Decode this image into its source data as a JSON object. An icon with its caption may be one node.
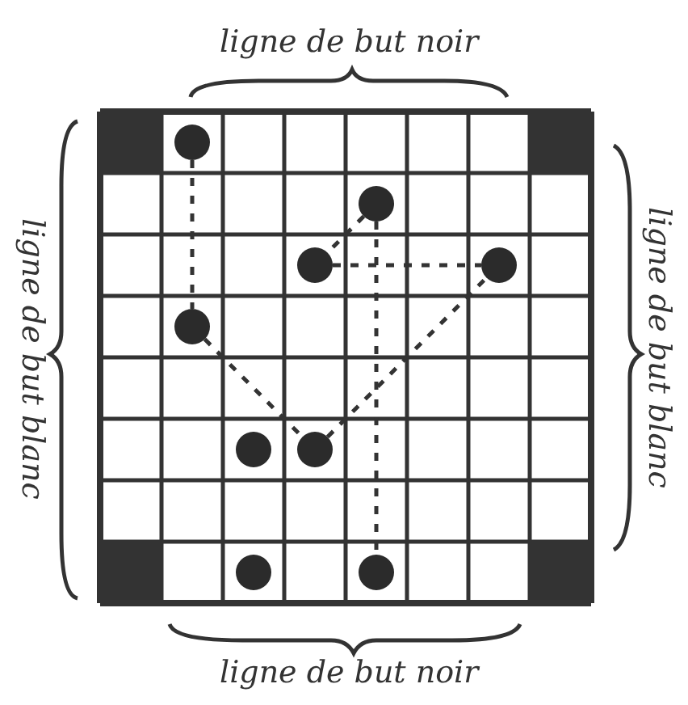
{
  "diagram": {
    "nodes": [
      {
        "text": [],
        "shape": "circle"
      },
      {
        "text": [],
        "shape": "circle"
      },
      {
        "text": [],
        "shape": "circle"
      },
      {
        "text": [],
        "shape": "circle"
      },
      {
        "text": [],
        "shape": "circle"
      },
      {
        "text": [],
        "shape": "circle"
      },
      {
        "text": [],
        "shape": "circle"
      },
      {
        "text": [],
        "shape": "circle"
      },
      {
        "text": [],
        "shape": "circle"
      }
    ],
    "edges": [
      {
        "from": 0,
        "to": 4,
        "arrow": "none",
        "style": "dashed"
      },
      {
        "from": 4,
        "to": 6,
        "arrow": "none",
        "style": "dashed"
      },
      {
        "from": 6,
        "to": 3,
        "arrow": "none",
        "style": "dashed"
      },
      {
        "from": 1,
        "to": 8,
        "arrow": "none",
        "style": "dashed"
      },
      {
        "from": 1,
        "to": 2,
        "arrow": "none",
        "style": "dashed"
      },
      {
        "from": 2,
        "to": 3,
        "arrow": "none",
        "style": "dashed"
      }
    ],
    "labels": [
      "ligne de but noir",
      "ligne de but blanc",
      "ligne de but blanc",
      "ligne de but noir"
    ]
  }
}
